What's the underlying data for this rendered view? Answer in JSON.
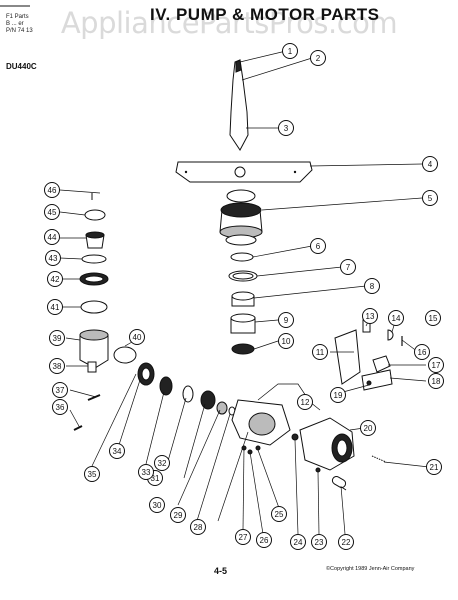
{
  "header": {
    "line1": "F1  Parts",
    "line2": "B   ...  er",
    "line3": "P/N  74  13",
    "title": "IV.  PUMP & MOTOR PARTS",
    "model": "DU440C"
  },
  "watermark": "AppliancePartsPros.com",
  "footer": {
    "page": "4-5",
    "copyright": "©Copyright 1989 Jenn-Air Company"
  },
  "callouts": [
    "1",
    "2",
    "3",
    "4",
    "5",
    "6",
    "7",
    "8",
    "9",
    "10",
    "11",
    "12",
    "13",
    "14",
    "15",
    "16",
    "17",
    "18",
    "19",
    "20",
    "21",
    "22",
    "23",
    "24",
    "25",
    "26",
    "27",
    "28",
    "29",
    "30",
    "31",
    "32",
    "33",
    "34",
    "35",
    "36",
    "37",
    "38",
    "39",
    "40",
    "41",
    "42",
    "43",
    "44",
    "45",
    "46"
  ]
}
